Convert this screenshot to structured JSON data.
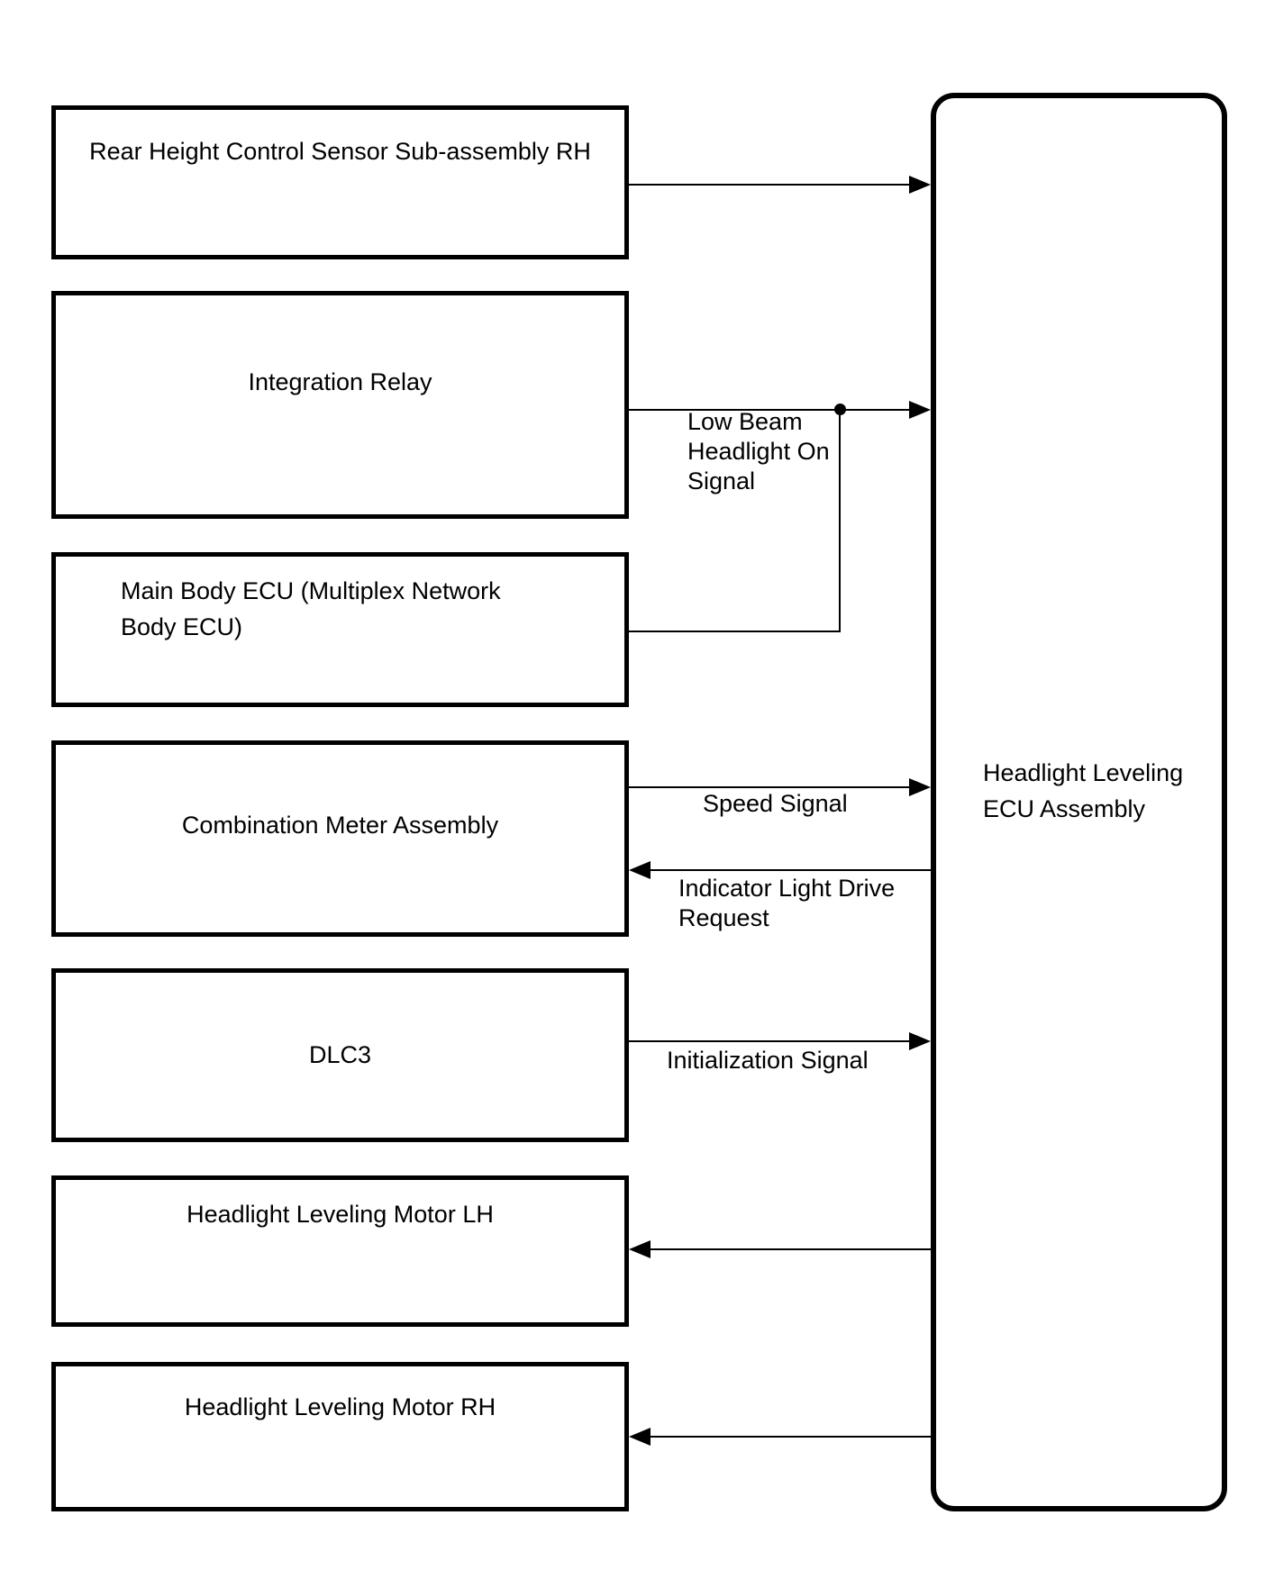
{
  "diagram": {
    "title_hint": "Headlight leveling system block diagram",
    "nodes": [
      {
        "id": "rear-height-sensor",
        "label": "Rear Height Control Sensor Sub-assembly RH"
      },
      {
        "id": "integration-relay",
        "label": "Integration Relay"
      },
      {
        "id": "main-body-ecu",
        "label": "Main Body ECU (Multiplex Network\nBody ECU)"
      },
      {
        "id": "combination-meter",
        "label": "Combination Meter Assembly"
      },
      {
        "id": "dlc3",
        "label": "DLC3"
      },
      {
        "id": "leveling-motor-lh",
        "label": "Headlight Leveling Motor LH"
      },
      {
        "id": "leveling-motor-rh",
        "label": "Headlight Leveling Motor RH"
      }
    ],
    "ecu": {
      "label": "Headlight Leveling\nECU Assembly"
    },
    "signals": {
      "low_beam": "Low Beam\nHeadlight On\nSignal",
      "speed": "Speed Signal",
      "indicator": "Indicator Light Drive\nRequest",
      "initialization": "Initialization Signal"
    },
    "colors": {
      "line": "#000000",
      "background": "#ffffff"
    }
  }
}
